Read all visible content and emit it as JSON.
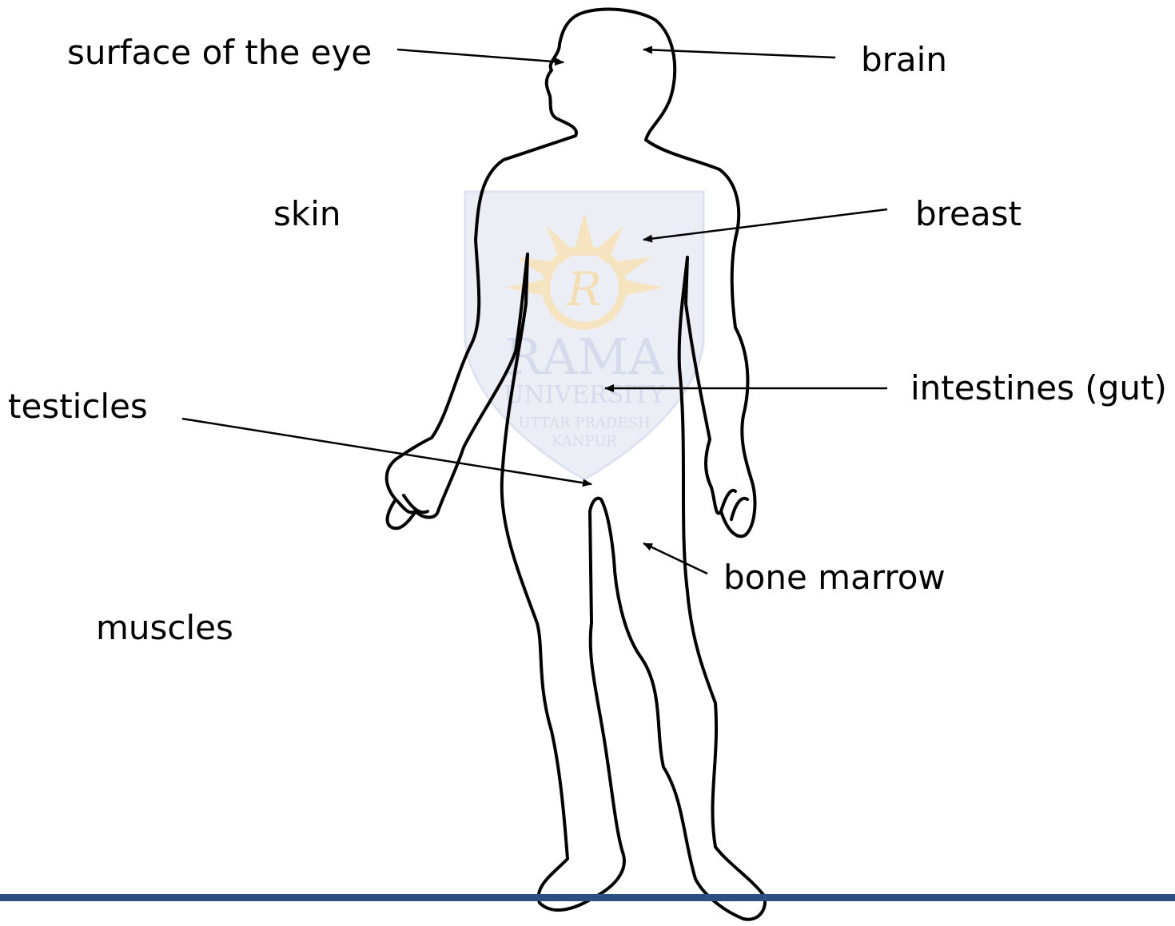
{
  "labels": {
    "surface_of_eye": "surface of the eye",
    "brain": "brain",
    "skin": "skin",
    "breast": "breast",
    "intestines": "intestines (gut)",
    "testicles": "testicles",
    "bone_marrow": "bone marrow",
    "muscles": "muscles"
  },
  "watermark": {
    "logo_letter": "R",
    "name": "RAMA",
    "subtitle": "UNIVERSITY",
    "location_1": "UTTAR PRADESH",
    "location_2": "KANPUR"
  },
  "colors": {
    "outline": "#000000",
    "footer_bar": "#2b5080",
    "watermark_blue": "#c9cfe6",
    "watermark_gold": "#f3dcab"
  }
}
